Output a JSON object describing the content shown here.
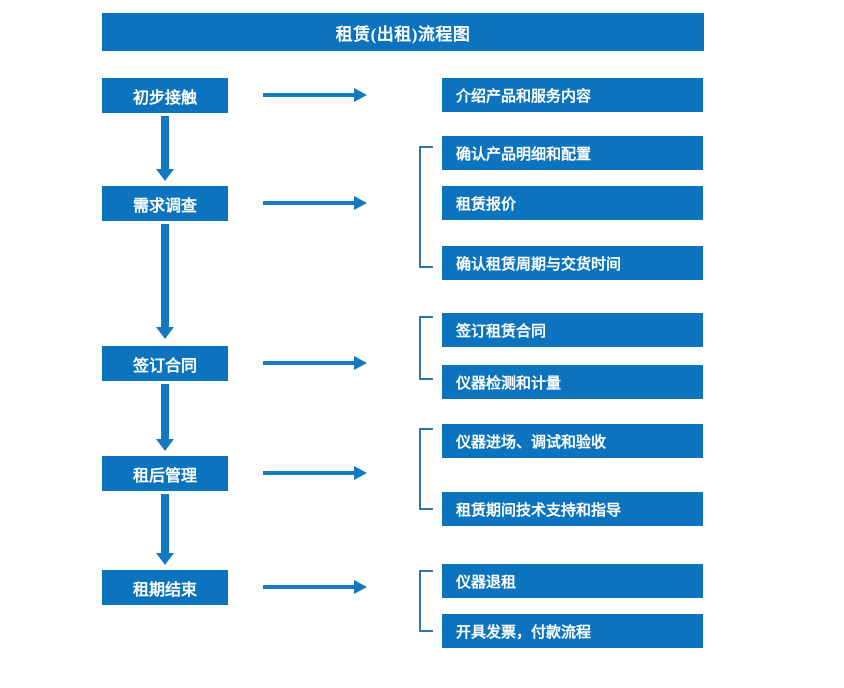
{
  "diagram": {
    "title": "租赁(出租)流程图",
    "colors": {
      "title_bar": "#0A72BE",
      "node_fill": "#0C74BE",
      "node_text": "#FFFFFF",
      "arrow": "#1379C1",
      "bracket": "#2E75B6",
      "background": "#FFFFFF"
    },
    "stages": [
      {
        "label": "初步接触"
      },
      {
        "label": "需求调查"
      },
      {
        "label": "签订合同"
      },
      {
        "label": "租后管理"
      },
      {
        "label": "租期结束"
      }
    ],
    "details": [
      {
        "label": "介绍产品和服务内容"
      },
      {
        "label": "确认产品明细和配置"
      },
      {
        "label": "租赁报价"
      },
      {
        "label": "确认租赁周期与交货时间"
      },
      {
        "label": "签订租赁合同"
      },
      {
        "label": "仪器检测和计量"
      },
      {
        "label": "仪器进场、调试和验收"
      },
      {
        "label": "租赁期间技术支持和指导"
      },
      {
        "label": "仪器退租"
      },
      {
        "label": "开具发票，付款流程"
      }
    ]
  }
}
